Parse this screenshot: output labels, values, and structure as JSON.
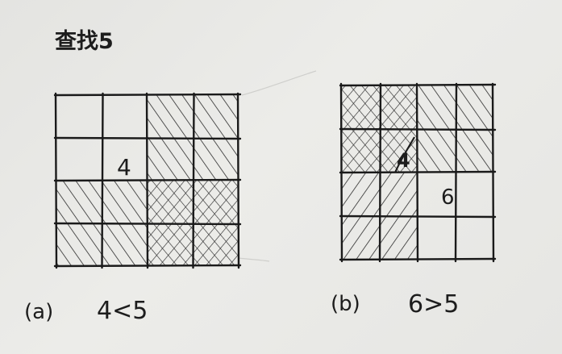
{
  "title": "查找5",
  "grids": [
    {
      "id": "a",
      "caption_label": "(a)",
      "caption_text": "4<5",
      "cell_number": "4",
      "hatch": [
        [
          "",
          "",
          "/",
          "/"
        ],
        [
          "",
          "",
          "/",
          "/"
        ],
        [
          "/",
          "/",
          "x",
          "x"
        ],
        [
          "/",
          "/",
          "x",
          "x"
        ]
      ]
    },
    {
      "id": "b",
      "caption_label": "(b)",
      "caption_text": "6>5",
      "cell_number": "6",
      "crossed_number": "4",
      "hatch": [
        [
          "x",
          "x",
          "/",
          "/"
        ],
        [
          "x",
          "x",
          "/",
          "/"
        ],
        [
          "\\",
          "\\",
          "",
          ""
        ],
        [
          "\\",
          "\\",
          "",
          ""
        ]
      ]
    }
  ]
}
